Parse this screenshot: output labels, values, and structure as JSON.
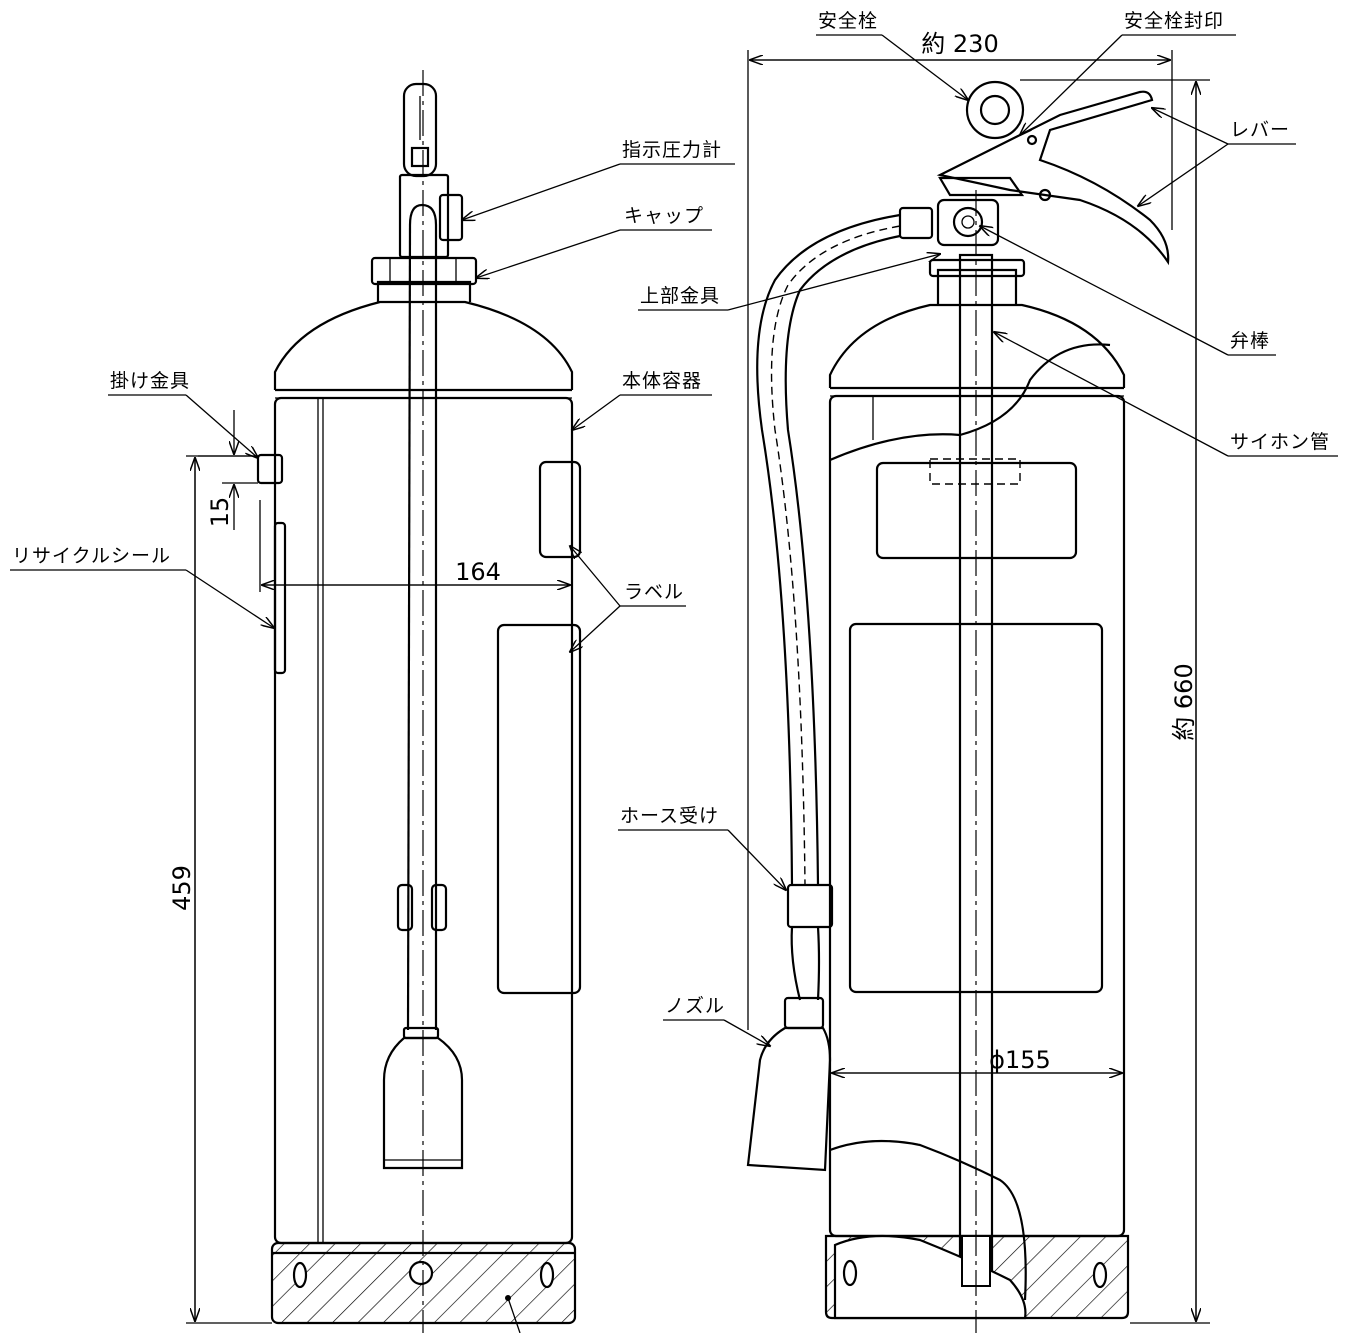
{
  "labels": {
    "pressure_gauge": "指示圧力計",
    "cap": "キャップ",
    "hanging_bracket": "掛け金具",
    "recycle_seal": "リサイクルシール",
    "container_body": "本体容器",
    "label": "ラベル",
    "safety_pin": "安全栓",
    "safety_pin_seal": "安全栓封印",
    "lever": "レバー",
    "upper_fitting": "上部金具",
    "valve_stem": "弁棒",
    "siphon_tube": "サイホン管",
    "hose_holder": "ホース受け",
    "nozzle": "ノズル"
  },
  "dimensions": {
    "hanger_offset": "15",
    "side_depth": "164",
    "hanger_height": "459",
    "overall_width": "約 230",
    "overall_height": "約 660",
    "diameter": "ϕ155"
  }
}
